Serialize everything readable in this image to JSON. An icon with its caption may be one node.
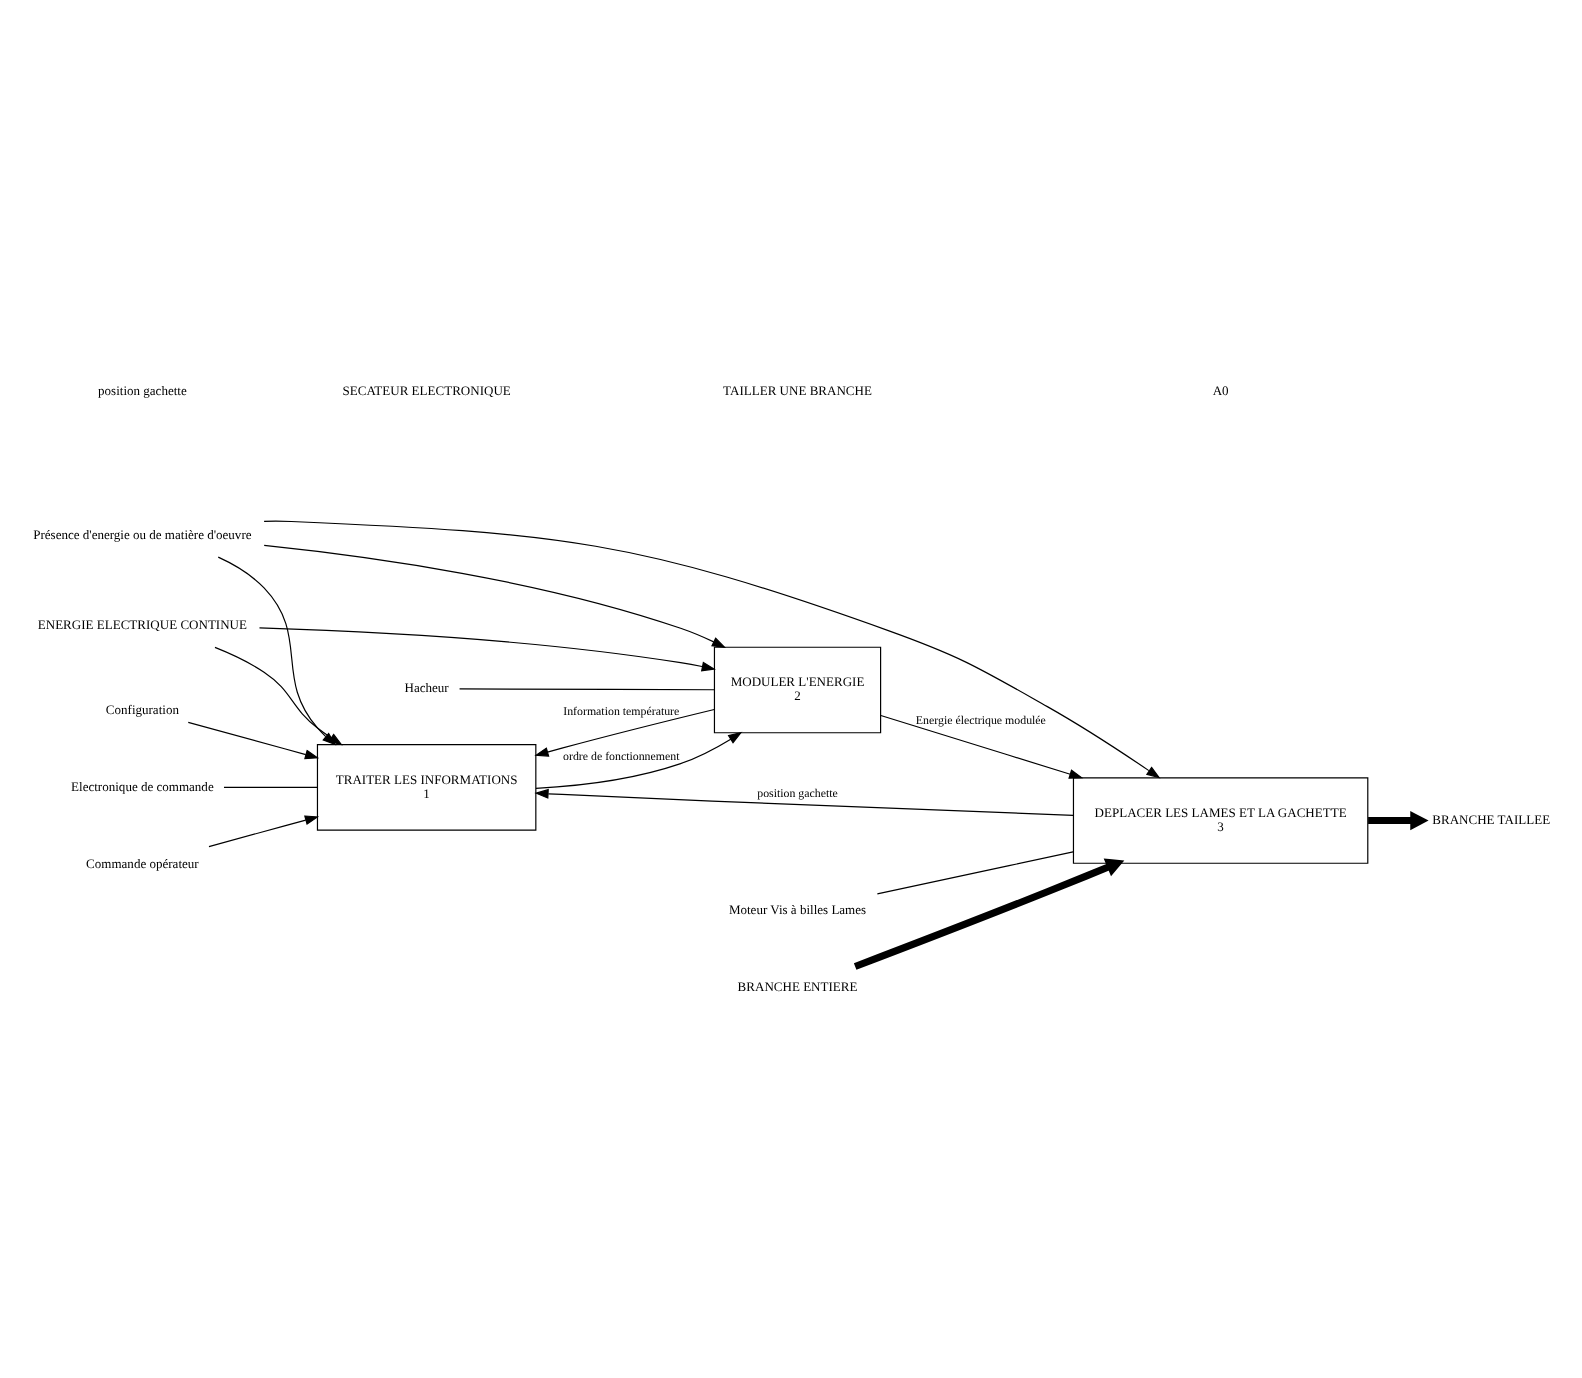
{
  "diagram": {
    "nodes": [
      {
        "text": [
          "TRAITER LES INFORMATIONS",
          "1"
        ]
      },
      {
        "text": [
          "MODULER L'ENERGIE",
          "2"
        ]
      },
      {
        "text": [
          "DEPLACER LES LAMES ET LA GACHETTE",
          "3"
        ]
      },
      {
        "text": [
          "Commande opérateur"
        ]
      },
      {
        "text": [
          "Configuration"
        ]
      },
      {
        "text": [
          "Présence d'energie ou de matière d'oeuvre"
        ]
      },
      {
        "text": [
          "Electronique de commande"
        ]
      },
      {
        "text": [
          "Hacheur"
        ]
      },
      {
        "text": [
          "Moteur Vis à billes Lames"
        ]
      },
      {
        "text": [
          "ENERGIE ELECTRIQUE CONTINUE"
        ]
      },
      {
        "text": [
          "BRANCHE ENTIERE"
        ]
      },
      {
        "text": [
          "BRANCHE TAILLEE"
        ]
      }
    ],
    "edges": [
      {
        "from": 3,
        "to": 0,
        "arrow": "to"
      },
      {
        "from": 4,
        "to": 0,
        "arrow": "to"
      },
      {
        "from": 5,
        "to": 0,
        "arrow": "to"
      },
      {
        "from": 5,
        "to": 1,
        "arrow": "to"
      },
      {
        "from": 5,
        "to": 2,
        "arrow": "to"
      },
      {
        "from": 0,
        "to": 1,
        "arrow": "to",
        "label": "ordre de fonctionnement"
      },
      {
        "from": 1,
        "to": 0,
        "arrow": "to",
        "label": "Information température"
      },
      {
        "from": 1,
        "to": 2,
        "arrow": "to",
        "label": "Energie électrique modulée"
      },
      {
        "from": 2,
        "to": 0,
        "arrow": "to",
        "label": "position gachette"
      },
      {
        "from": 9,
        "to": 0,
        "arrow": "to"
      },
      {
        "from": 9,
        "to": 1,
        "arrow": "to"
      },
      {
        "from": 10,
        "to": 2,
        "arrow": "to",
        "style": "thick"
      },
      {
        "from": 2,
        "to": 11,
        "arrow": "to",
        "style": "thick"
      },
      {
        "from": 6,
        "to": 0,
        "arrow": "none"
      },
      {
        "from": 7,
        "to": 1,
        "arrow": "none"
      },
      {
        "from": 8,
        "to": 2,
        "arrow": "none"
      }
    ],
    "labels": [
      "position gachette",
      "SECATEUR ELECTRONIQUE",
      "TAILLER UNE BRANCHE",
      "A0"
    ]
  }
}
